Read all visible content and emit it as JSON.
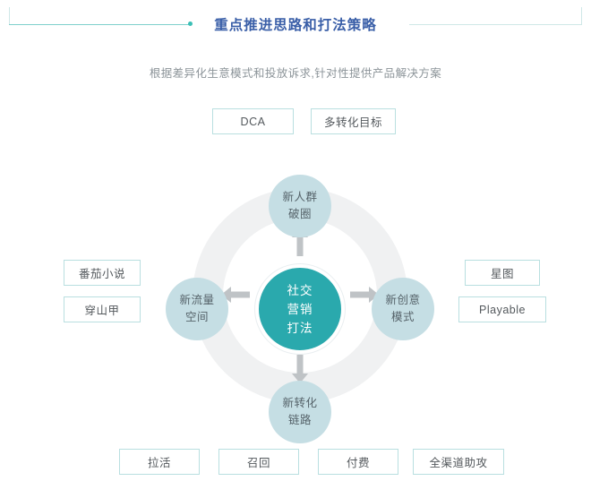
{
  "header": {
    "title": "重点推进思路和打法策略",
    "subtitle": "根据差异化生意模式和投放诉求,针对性提供产品解决方案",
    "title_color": "#3a5fa8",
    "rule_color": "#7fd0cc",
    "dot_color": "#3bbfb6"
  },
  "diagram": {
    "center": {
      "lines": [
        "社交",
        "营销",
        "打法"
      ],
      "color": "#2aa9ad",
      "text_color": "#ffffff"
    },
    "ring_color": "#f0f1f2",
    "node_color": "#c5dee4",
    "arrow_color": "#bfc3c6",
    "nodes": [
      {
        "position": "top",
        "lines": [
          "新人群",
          "破圈"
        ]
      },
      {
        "position": "right",
        "lines": [
          "新创意",
          "模式"
        ]
      },
      {
        "position": "bottom",
        "lines": [
          "新转化",
          "链路"
        ]
      },
      {
        "position": "left",
        "lines": [
          "新流量",
          "空间"
        ]
      }
    ]
  },
  "tags": {
    "border_color": "#b9dfe0",
    "text_color": "#54595d",
    "top": [
      {
        "label": "DCA"
      },
      {
        "label": "多转化目标"
      }
    ],
    "left": [
      {
        "label": "番茄小说"
      },
      {
        "label": "穿山甲"
      }
    ],
    "right": [
      {
        "label": "星图"
      },
      {
        "label": "Playable"
      }
    ],
    "bottom": [
      {
        "label": "拉活"
      },
      {
        "label": "召回"
      },
      {
        "label": "付费"
      },
      {
        "label": "全渠道助攻"
      }
    ]
  }
}
